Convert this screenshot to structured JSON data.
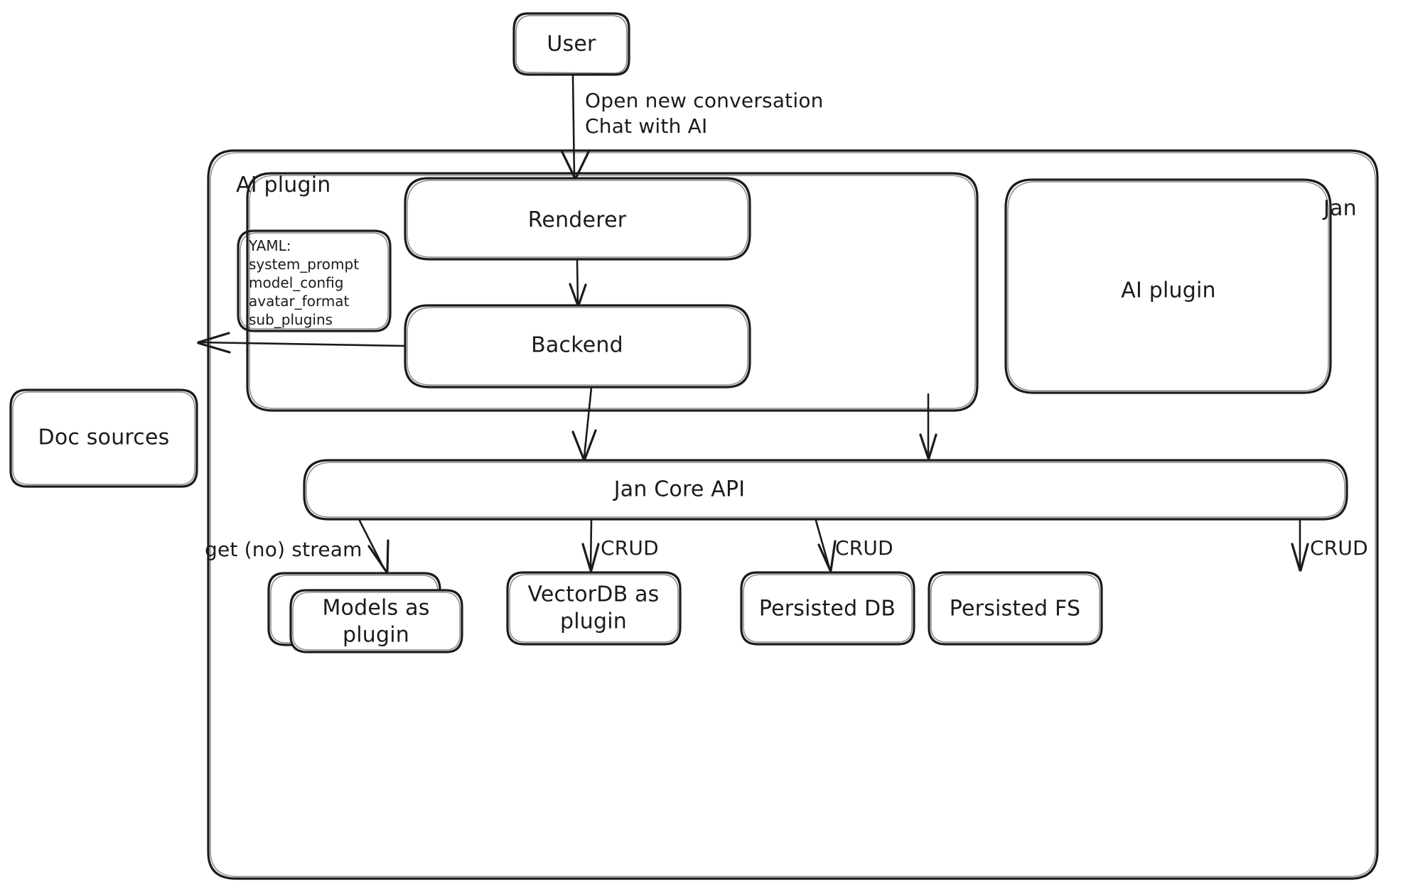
{
  "diagram": {
    "type": "architecture-flowchart",
    "style": "hand-drawn",
    "stroke_color": "#1b1b1b",
    "background_color": "#ffffff",
    "containers": [
      {
        "id": "jan",
        "label": "Jan"
      },
      {
        "id": "ai-plugin-group",
        "label": "AI plugin"
      }
    ],
    "nodes": [
      {
        "id": "user",
        "label": "User"
      },
      {
        "id": "renderer",
        "label": "Renderer"
      },
      {
        "id": "backend",
        "label": "Backend"
      },
      {
        "id": "ai-plugin",
        "label": "AI plugin"
      },
      {
        "id": "doc-sources",
        "label": "Doc sources"
      },
      {
        "id": "jan-core-api",
        "label": "Jan Core API"
      },
      {
        "id": "models-as-plugin",
        "label_line1": "Models as",
        "label_line2": "plugin"
      },
      {
        "id": "vectordb-as-plugin",
        "label_line1": "VectorDB as",
        "label_line2": "plugin"
      },
      {
        "id": "persisted-db",
        "label": "Persisted DB"
      },
      {
        "id": "persisted-fs",
        "label": "Persisted FS"
      }
    ],
    "yaml_card": {
      "title": "YAML:",
      "items": [
        "system_prompt",
        "model_config",
        "avatar_format",
        "sub_plugins"
      ]
    },
    "edges": [
      {
        "id": "user-to-renderer",
        "from": "user",
        "to": "renderer",
        "label_line1": "Open new conversation",
        "label_line2": "Chat with AI"
      },
      {
        "id": "renderer-to-backend",
        "from": "renderer",
        "to": "backend",
        "label": ""
      },
      {
        "id": "backend-to-doc-sources",
        "from": "backend",
        "to": "doc-sources",
        "label": ""
      },
      {
        "id": "backend-to-core",
        "from": "backend",
        "to": "jan-core-api",
        "label": ""
      },
      {
        "id": "aiplugin-to-core",
        "from": "ai-plugin",
        "to": "jan-core-api",
        "label": ""
      },
      {
        "id": "core-to-models",
        "from": "jan-core-api",
        "to": "models-as-plugin",
        "label": "get (no) stream"
      },
      {
        "id": "core-to-vectordb",
        "from": "jan-core-api",
        "to": "vectordb-as-plugin",
        "label": "CRUD"
      },
      {
        "id": "core-to-persisted-db",
        "from": "jan-core-api",
        "to": "persisted-db",
        "label": "CRUD"
      },
      {
        "id": "core-to-persisted-fs",
        "from": "jan-core-api",
        "to": "persisted-fs",
        "label": "CRUD"
      }
    ]
  }
}
